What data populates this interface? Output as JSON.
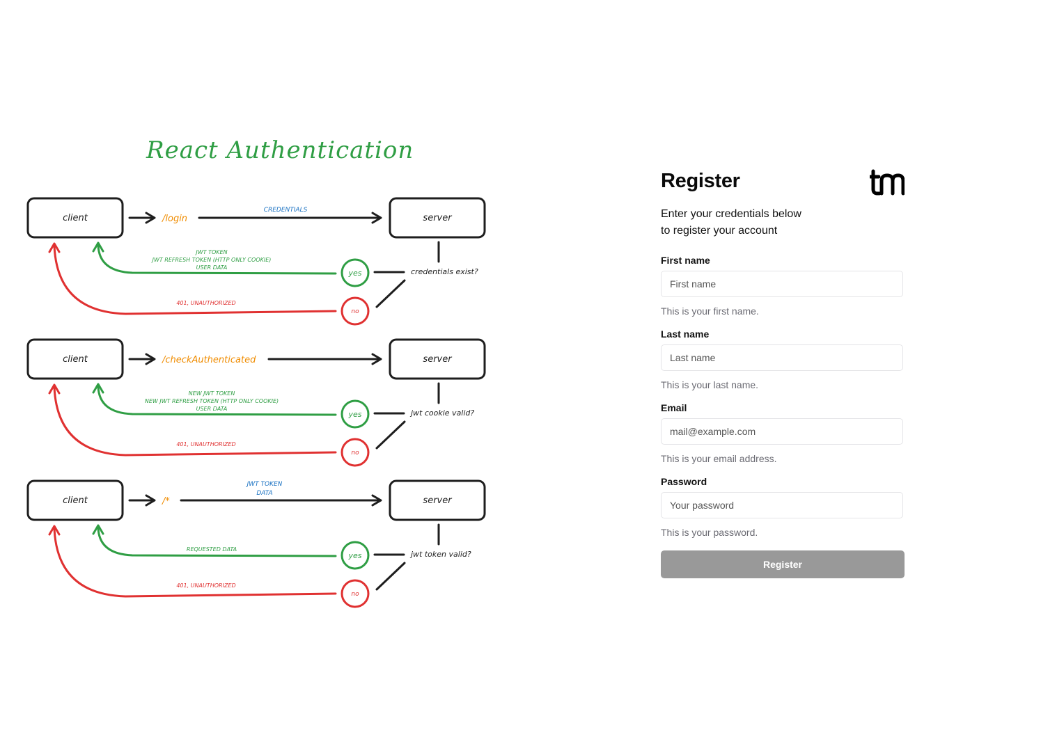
{
  "diagram": {
    "title": "React Authentication",
    "flows": [
      {
        "client": "client",
        "endpoint": "/login",
        "request": [
          "CREDENTIALS"
        ],
        "server": "server",
        "check": "credentials exist?",
        "yes": "yes",
        "no": "no",
        "success": [
          "JWT TOKEN",
          "JWT REFRESH TOKEN (HTTP ONLY COOKIE)",
          "USER DATA"
        ],
        "failure": "401, UNAUTHORIZED"
      },
      {
        "client": "client",
        "endpoint": "/checkAuthenticated",
        "request": [],
        "server": "server",
        "check": "jwt cookie valid?",
        "yes": "yes",
        "no": "no",
        "success": [
          "NEW JWT TOKEN",
          "NEW JWT REFRESH TOKEN (HTTP ONLY COOKIE)",
          "USER DATA"
        ],
        "failure": "401, UNAUTHORIZED"
      },
      {
        "client": "client",
        "endpoint": "/*",
        "request": [
          "JWT TOKEN",
          "DATA"
        ],
        "server": "server",
        "check": "jwt token valid?",
        "yes": "yes",
        "no": "no",
        "success": [
          "REQUESTED DATA"
        ],
        "failure": "401, UNAUTHORIZED"
      }
    ],
    "colors": {
      "ink": "#1e1e1e",
      "green": "#2f9e44",
      "red": "#e03131",
      "orange": "#f08c00",
      "blue": "#1971c2"
    }
  },
  "form": {
    "title": "Register",
    "logo_icon": "tn-logo-icon",
    "subtitle_line1": "Enter your credentials below",
    "subtitle_line2": "to register your account",
    "fields": [
      {
        "label": "First name",
        "placeholder": "First name",
        "description": "This is your first name."
      },
      {
        "label": "Last name",
        "placeholder": "Last name",
        "description": "This is your last name."
      },
      {
        "label": "Email",
        "placeholder": "mail@example.com",
        "description": "This is your email address."
      },
      {
        "label": "Password",
        "placeholder": "Your password",
        "description": "This is your password."
      }
    ],
    "submit_label": "Register",
    "submit_color": "#999999"
  }
}
